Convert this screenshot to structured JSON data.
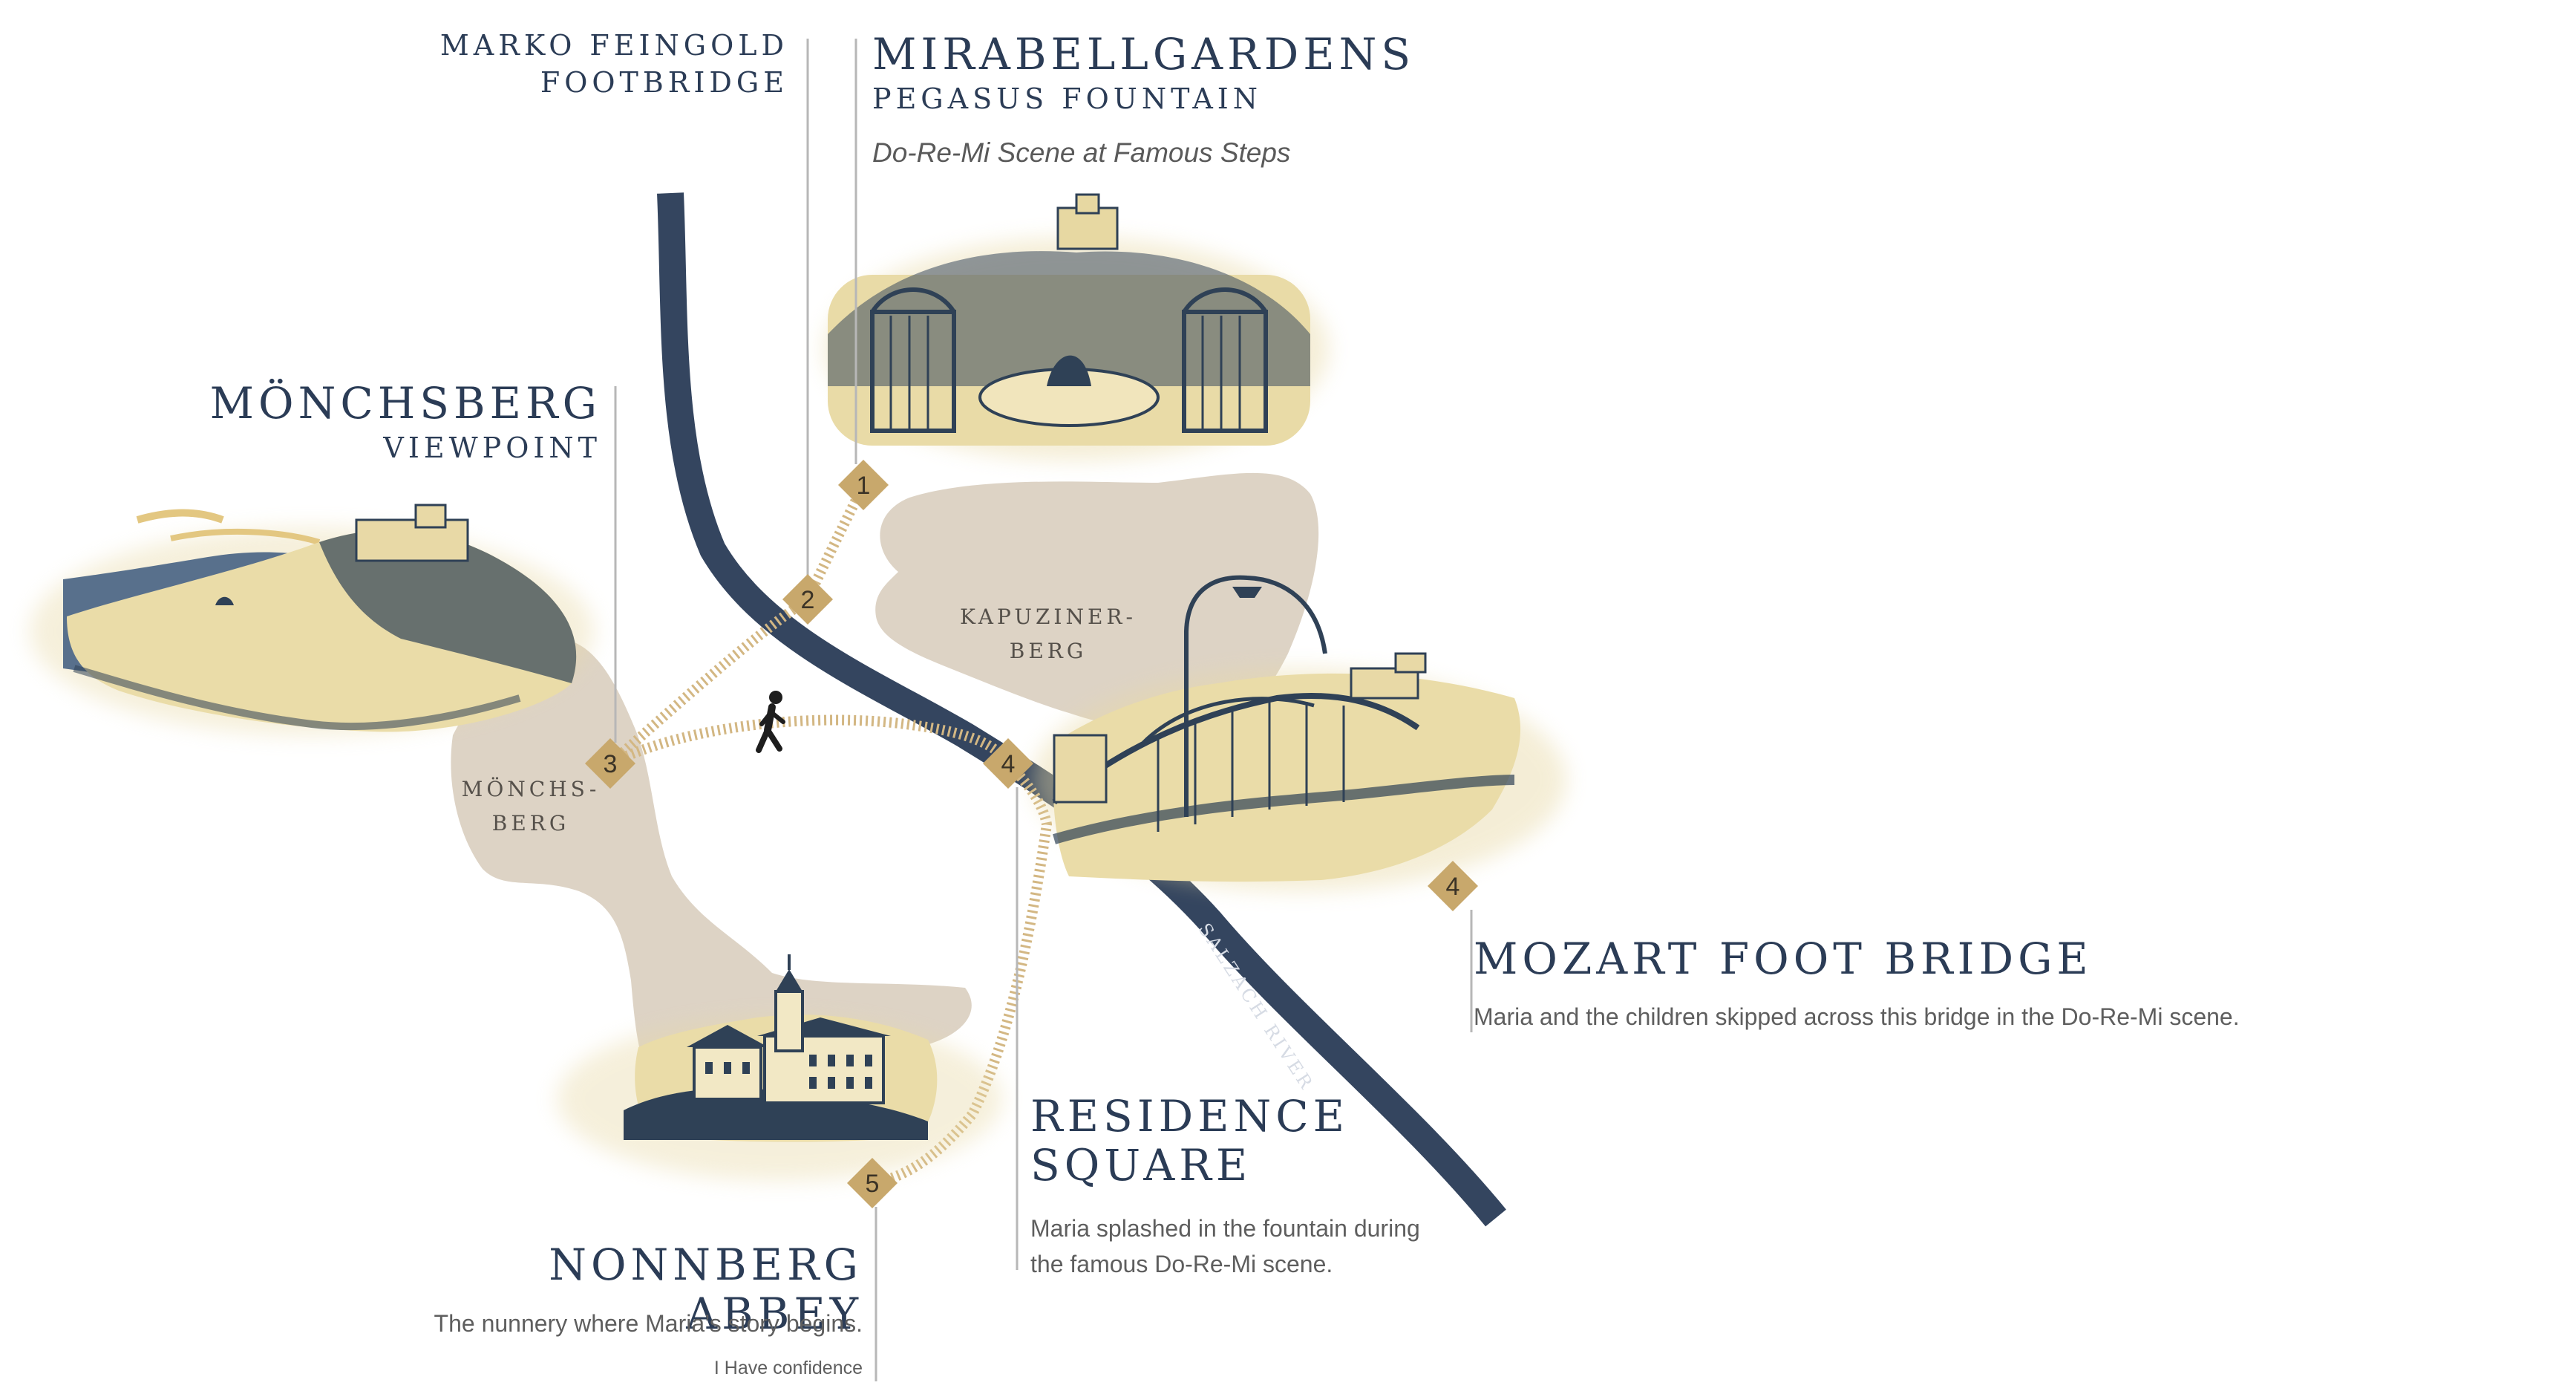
{
  "colors": {
    "river": "#34455f",
    "hill": "#ddd3c5",
    "marker": "#c8a86c",
    "route": "#d3b783",
    "title": "#2b3c56",
    "body_text": "#5e5e5e",
    "illustration_ink": "#2f4156",
    "illustration_wash": "#e8d9a6"
  },
  "river": {
    "label": "SALZACH RIVER"
  },
  "hills": {
    "kapuzinerberg": {
      "line1": "KAPUZINER-",
      "line2": "BERG"
    },
    "moenchsberg": {
      "line1": "MÖNCHS-",
      "line2": "BERG"
    }
  },
  "stops": [
    {
      "number": "1",
      "title": "MIRABELLGARDENS",
      "subtitle": "PEGASUS FOUNTAIN",
      "note": "Do-Re-Mi Scene at Famous Steps"
    },
    {
      "number": "2",
      "title_line1": "MARKO FEINGOLD",
      "title_line2": "FOOTBRIDGE"
    },
    {
      "number": "3",
      "title": "MÖNCHSBERG",
      "subtitle": "VIEWPOINT"
    },
    {
      "number": "4",
      "title": "MOZART FOOT BRIDGE",
      "description": "Maria and the children skipped across this bridge in the Do-Re-Mi scene."
    },
    {
      "number": "4",
      "title_line1": "RESIDENCE",
      "title_line2": "SQUARE",
      "description_line1": "Maria splashed in the fountain during",
      "description_line2": "the famous Do-Re-Mi scene."
    },
    {
      "number": "5",
      "title": "NONNBERG ABBEY",
      "description": "The nunnery where Maria’s story begins.",
      "caption": "I Have confidence"
    }
  ],
  "icons": [
    "walking-person-icon",
    "number-marker-icon"
  ]
}
